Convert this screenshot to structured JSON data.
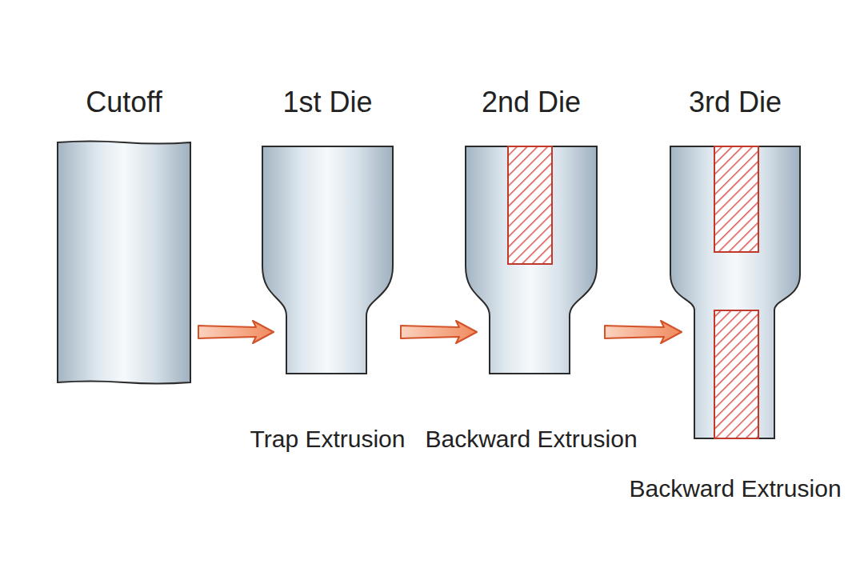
{
  "diagram": {
    "nodes": [
      {
        "text": [
          "Cutoff"
        ]
      },
      {
        "text": [
          "1st Die",
          "Trap Extrusion"
        ]
      },
      {
        "text": [
          "2nd Die",
          "Backward Extrusion"
        ]
      },
      {
        "text": [
          "3rd Die",
          "Backward Extrusion"
        ]
      }
    ],
    "edges": [
      {
        "from": 0,
        "to": 1,
        "arrow": "to"
      },
      {
        "from": 1,
        "to": 2,
        "arrow": "to"
      },
      {
        "from": 2,
        "to": 3,
        "arrow": "to"
      }
    ]
  }
}
